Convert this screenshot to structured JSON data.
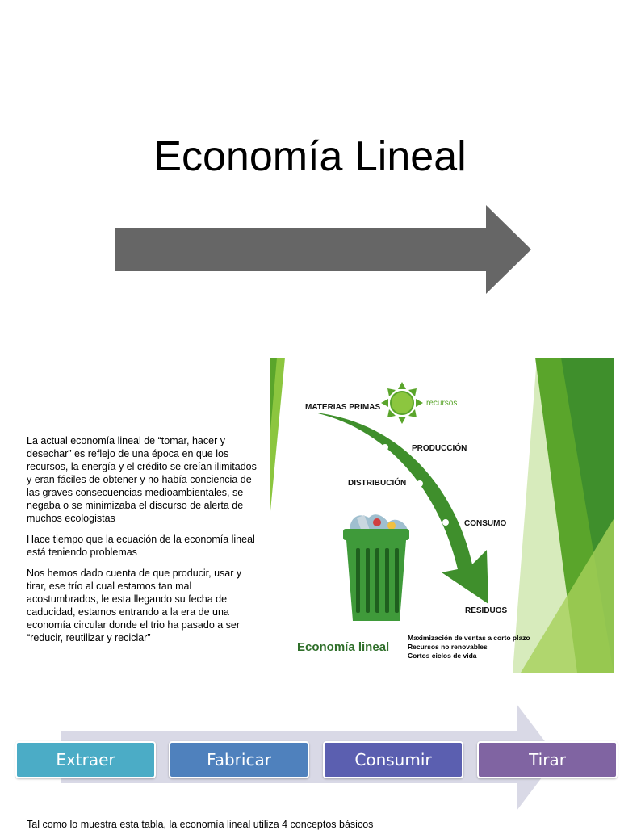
{
  "slide": {
    "title": "Economía Lineal"
  },
  "paragraphs": [
    "La actual economía lineal de “tomar, hacer y desechar” es reflejo de una época en que los recursos, la energía y el crédito se creían ilimitados y eran fáciles de obtener y no había conciencia de las graves consecuencias medioambientales, se negaba o se minimizaba el discurso de alerta de muchos ecologistas",
    "Hace tiempo que la ecuación de la economía lineal está teniendo problemas",
    "Nos hemos dado cuenta de que producir, usar y tirar, ese trío al cual estamos tan mal acostumbrados, le esta llegando su fecha de caducidad, estamos entrando a la era de una economía circular donde el trio ha pasado a ser “reducir, reutilizar y reciclar”"
  ],
  "figure": {
    "materias_primas": "MATERIAS PRIMAS",
    "recursos": "recursos",
    "produccion": "PRODUCCIÓN",
    "distribucion": "DISTRIBUCIÓN",
    "consumo": "CONSUMO",
    "residuos": "RESIDUOS",
    "caption": "Economía lineal",
    "notes": [
      "Maximización de ventas a corto plazo",
      "Recursos no renovables",
      "Cortos ciclos de vida"
    ]
  },
  "process_steps": [
    {
      "label": "Extraer",
      "color": "#4bacc6"
    },
    {
      "label": "Fabricar",
      "color": "#4f81bd"
    },
    {
      "label": "Consumir",
      "color": "#5b5fb0"
    },
    {
      "label": "Tirar",
      "color": "#8064a2"
    }
  ],
  "footer": "Tal como lo muestra esta tabla, la economía lineal utiliza 4 conceptos básicos",
  "colors": {
    "arrow": "#666666",
    "green_dark": "#3f8f2c",
    "green_light": "#8cc63f",
    "process_band": "#d9d9e6"
  }
}
